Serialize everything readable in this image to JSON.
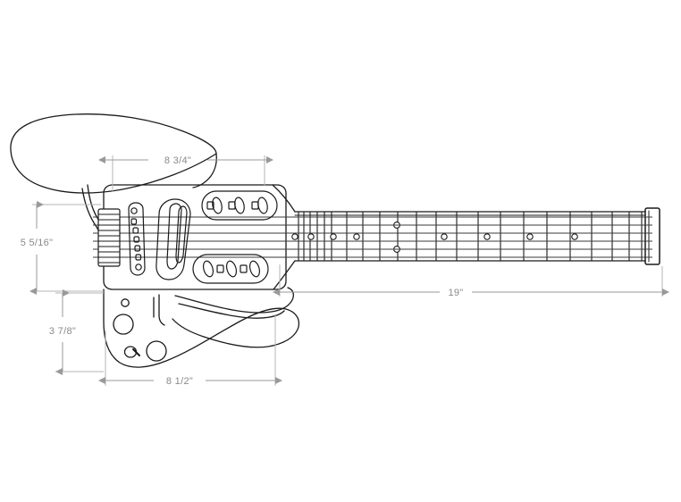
{
  "drawing": {
    "title": "Headless electric guitar technical dimension drawing",
    "background_color": "#ffffff",
    "outline_color": "#1a1a1a",
    "dimension_color": "#999999",
    "dimension_text_color": "#8a8a8a"
  },
  "dimensions": {
    "upper_horn_to_body_end": {
      "label": "8 3/4\"",
      "orientation": "horizontal",
      "position": "top"
    },
    "body_upper_height": {
      "label": "5 5/16\"",
      "orientation": "vertical",
      "position": "left-upper"
    },
    "body_lower_height": {
      "label": "3 7/8\"",
      "orientation": "vertical",
      "position": "left-lower"
    },
    "body_width": {
      "label": "8 1/2\"",
      "orientation": "horizontal",
      "position": "bottom"
    },
    "neck_length": {
      "label": "19\"",
      "orientation": "horizontal",
      "position": "right"
    }
  },
  "parts": {
    "upper_horn": "upper-horn-outline",
    "body": "guitar-body-outline",
    "lower_horn": "lower-horn-outline",
    "neck": "neck-outline",
    "fretboard": "fretboard",
    "nut": "nut-block",
    "bridge": "bridge-saddle-assembly",
    "tuner_upper": "upper-tuner-capsule",
    "tuner_lower": "lower-tuner-capsule",
    "tremolo": "tremolo-arm-plate",
    "strings_count": 6,
    "frets_count": 22,
    "inlay_dots": [
      3,
      5,
      7,
      9,
      12,
      15,
      17,
      19,
      21
    ],
    "control_knobs": 2,
    "jack": "output-jack",
    "switch": "pickup-selector-switch"
  }
}
